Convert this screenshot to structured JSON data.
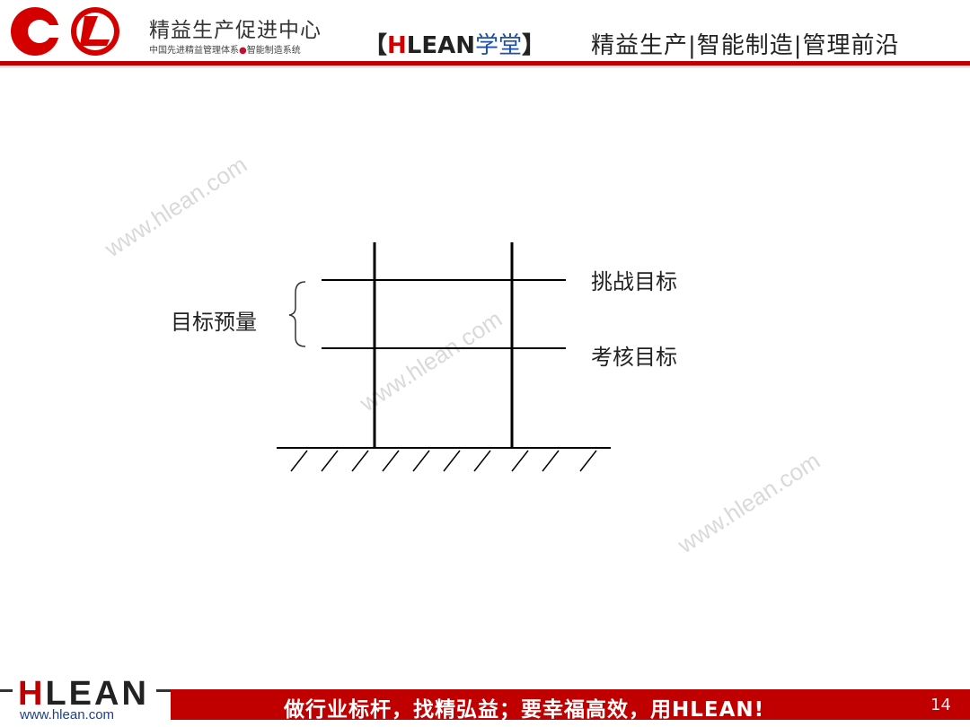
{
  "header": {
    "org_name": "精益生产促进中心",
    "org_subtitle_a": "中国先进精益管理体系",
    "org_subtitle_sep": "●",
    "org_subtitle_b": "智能制造系统",
    "school_open": "【",
    "school_h": "H",
    "school_lean": "LEAN",
    "school_xt": "学堂",
    "school_close": "】",
    "tagline": "精益生产|智能制造|管理前沿"
  },
  "watermark": "www.hlean.com",
  "diagram": {
    "top_right_label": "挑战目标",
    "bottom_right_label": "考核目标",
    "left_label": "目标预量"
  },
  "footer": {
    "logo_h": "H",
    "logo_rest": "LEAN",
    "url": "www.hlean.com",
    "slogan": "做行业标杆，找精弘益；要幸福高效，用HLEAN!",
    "page_number": "14"
  },
  "colors": {
    "brand_red": "#c00000",
    "brand_blue": "#1f4fa8"
  }
}
